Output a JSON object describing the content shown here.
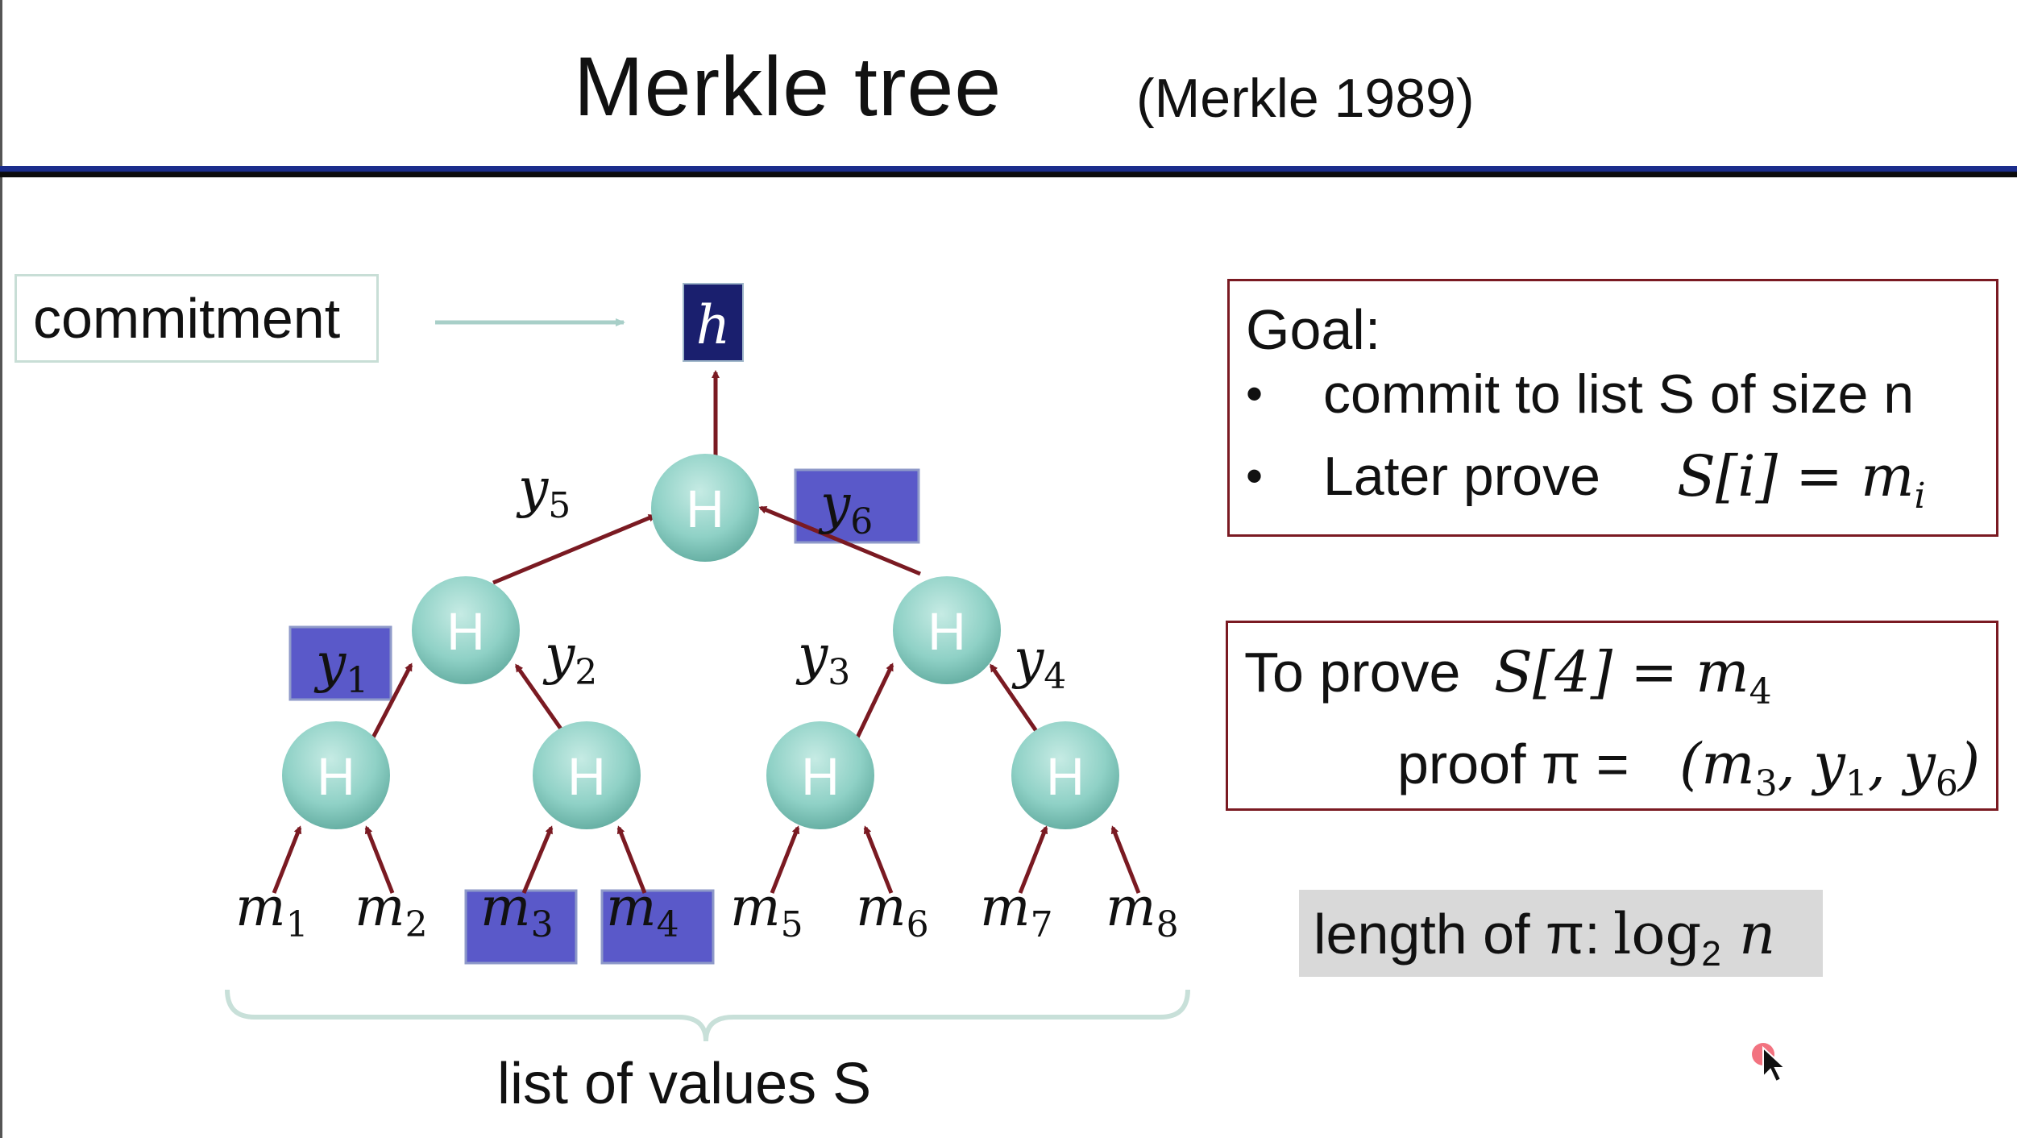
{
  "slide": {
    "title": "Merkle tree",
    "title_ref": "(Merkle 1989)"
  },
  "commitment": {
    "label": "commitment",
    "root": "h"
  },
  "tree": {
    "hash_label": "H",
    "y_labels": [
      "y",
      "y",
      "y",
      "y",
      "y",
      "y"
    ],
    "y_subs": [
      "1",
      "2",
      "3",
      "4",
      "5",
      "6"
    ],
    "m_labels": [
      "m",
      "m",
      "m",
      "m",
      "m",
      "m",
      "m",
      "m"
    ],
    "m_subs": [
      "1",
      "2",
      "3",
      "4",
      "5",
      "6",
      "7",
      "8"
    ],
    "highlighted": [
      "y1",
      "y6",
      "m3",
      "m4"
    ],
    "list_label": "list of values  S"
  },
  "goal": {
    "title": "Goal:",
    "bullets": [
      "commit to list S of size n",
      "Later prove"
    ],
    "bullet_glyph": "•",
    "math": "S[i] = m",
    "math_sub": "i"
  },
  "prove": {
    "line1": "To prove",
    "math1": "S[4] =  m",
    "math1_sub": "4",
    "line2": "proof π =",
    "math2_open": "(m",
    "math2_sub1": "3",
    "math2_mid1": ", y",
    "math2_sub2": "1",
    "math2_mid2": ", y",
    "math2_sub3": "6",
    "math2_close": ")"
  },
  "length": {
    "text": "length of π:",
    "math_log": "log",
    "math_sub": "2",
    "math_var": " n"
  },
  "colors": {
    "node_fill": "#8fd1c6",
    "highlight_fill": "#5a59c9",
    "root_fill": "#1a1f6e",
    "arrow": "#7a1a22",
    "rule_blue": "#1b2d8c",
    "box_border": "#7a1a22"
  }
}
